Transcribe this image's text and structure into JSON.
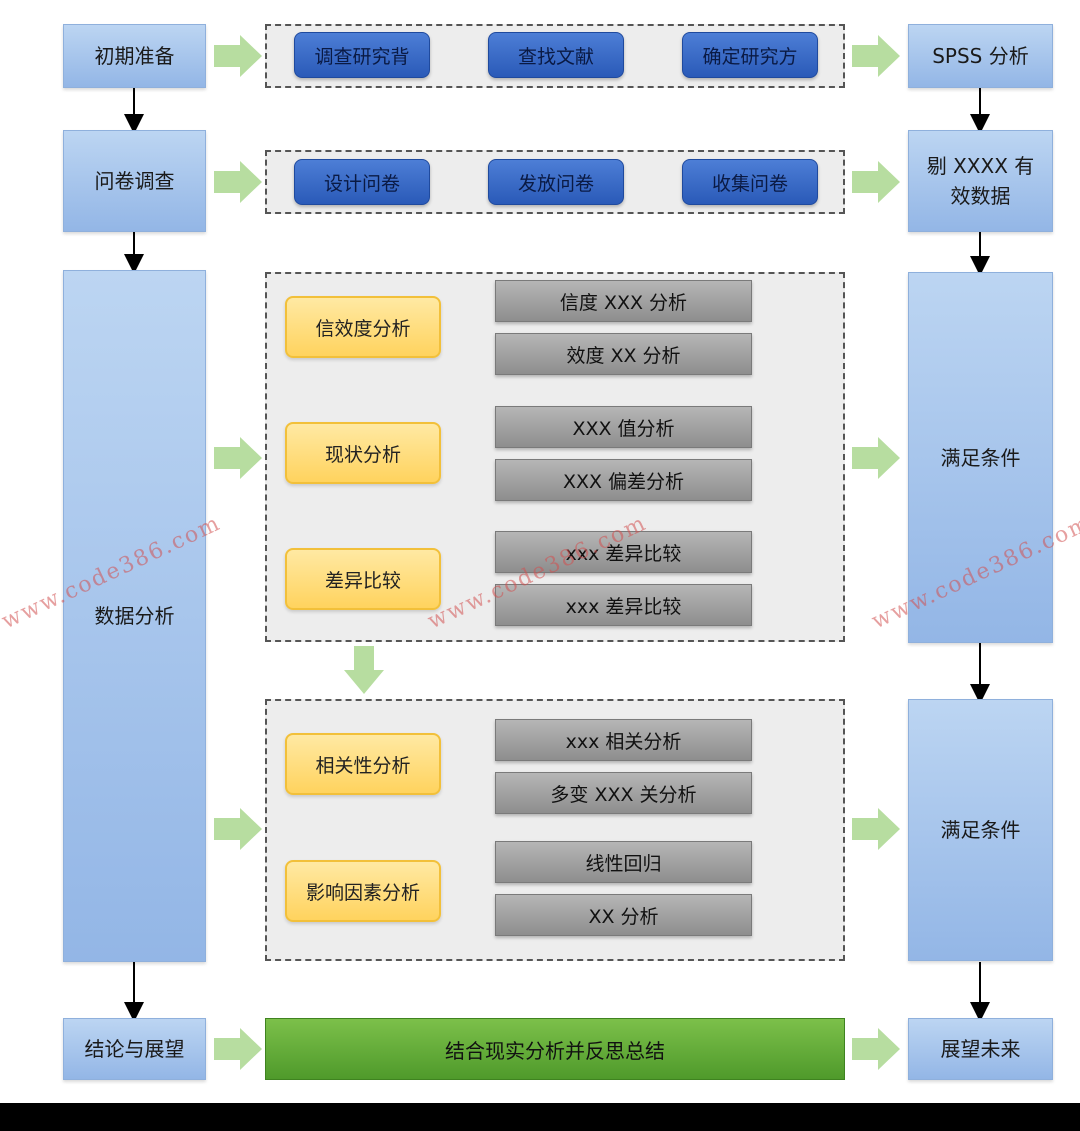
{
  "left_stages": {
    "s1": "初期准备",
    "s2": "问卷调查",
    "s3": "数据分析",
    "s4": "结论与展望"
  },
  "row1": {
    "b1": "调查研究背",
    "b2": "查找文献",
    "b3": "确定研究方"
  },
  "row2": {
    "b1": "设计问卷",
    "b2": "发放问卷",
    "b3": "收集问卷"
  },
  "panel1": {
    "steps": [
      "信效度分析",
      "现状分析",
      "差异比较"
    ],
    "items": [
      "信度 XXX 分析",
      "效度 XX 分析",
      "XXX 值分析",
      "XXX 偏差分析",
      "xxx 差异比较",
      "xxx 差异比较"
    ]
  },
  "panel2": {
    "steps": [
      "相关性分析",
      "影响因素分析"
    ],
    "items": [
      "xxx 相关分析",
      "多变 XXX 关分析",
      "线性回归",
      "XX 分析"
    ]
  },
  "conclusion": "结合现实分析并反思总结",
  "right_stages": {
    "r1": "SPSS 分析",
    "r2": "剔 XXXX 有效数据",
    "r3": "满足条件",
    "r4": "满足条件",
    "r5": "展望未来"
  },
  "watermarks": [
    "www.code386.com",
    "www.code386.com",
    "www.code386.com"
  ],
  "colors": {
    "stage_blue": "#a9c6ee",
    "button_blue": "#3a6cc8",
    "step_yellow": "#ffdc73",
    "item_gray": "#a3a3a3",
    "conclusion_green": "#66ad39",
    "arrow_green": "#b7dda0"
  }
}
